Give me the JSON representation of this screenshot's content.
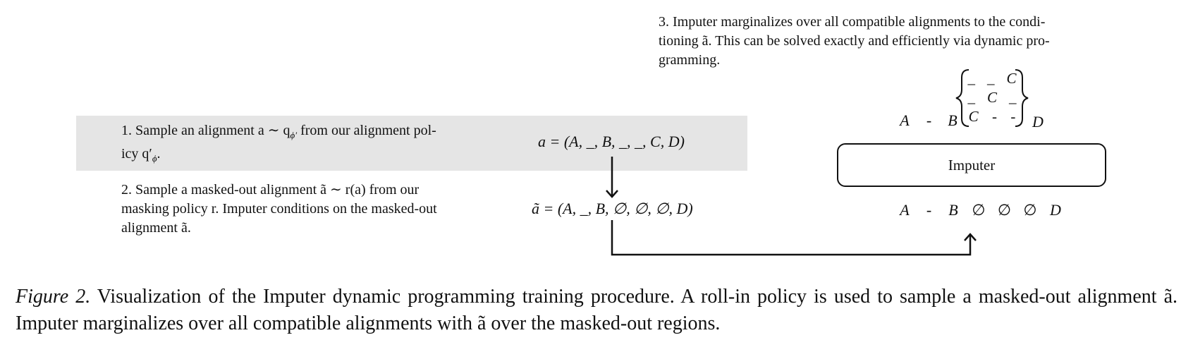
{
  "step3": {
    "line1": "3.  Imputer marginalizes over all compatible alignments to the condi-",
    "line2": "tioning ã.  This can be solved exactly and efficiently via dynamic pro-",
    "line3": "gramming."
  },
  "step1": {
    "line1": "1.  Sample an alignment a ∼ q",
    "sub1": "ϕ′",
    "line1_tail": " from our alignment pol-",
    "line2": "icy q′",
    "sub2": "ϕ",
    "line2_tail": "."
  },
  "step2": {
    "line1": "2.  Sample a masked-out alignment ã ∼ r(a) from our",
    "line2": "masking policy r.  Imputer conditions on the masked-out",
    "line3": "alignment ã."
  },
  "eq_a": "a = (A, _, B, _, _, C, D)",
  "eq_atilde": "ã = (A, _, B, ∅, ∅, ∅, D)",
  "imputer_label": "Imputer",
  "top_sequence": [
    "A",
    "-",
    "B",
    "D"
  ],
  "candidate_rows": [
    [
      "_",
      "_",
      "C"
    ],
    [
      "_",
      "C",
      "_"
    ],
    [
      "C",
      "-",
      "-"
    ]
  ],
  "bottom_sequence": [
    "A",
    "-",
    "B",
    "∅",
    "∅",
    "∅",
    "D"
  ],
  "caption": {
    "label": "Figure 2.",
    "text": " Visualization of the Imputer dynamic programming training procedure.  A roll-in policy is used to sample a masked-out alignment ã. Imputer marginalizes over all compatible alignments with ã over the masked-out regions."
  }
}
